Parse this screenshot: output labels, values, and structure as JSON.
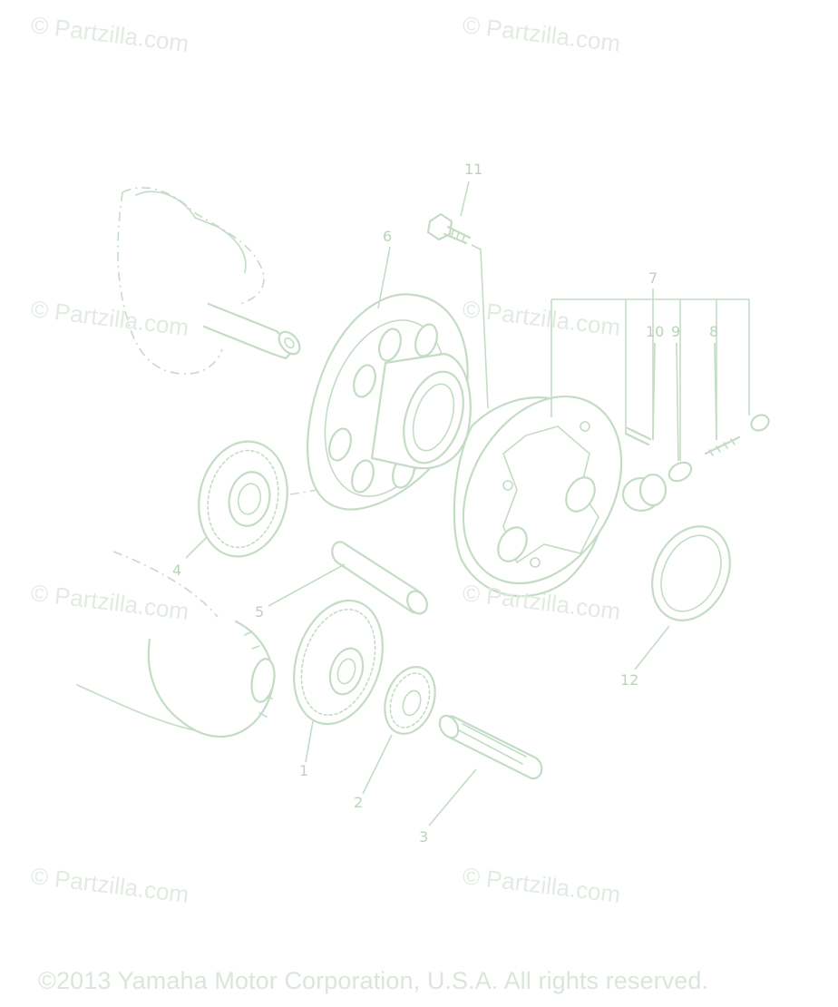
{
  "watermarks": [
    "© Partzilla.com",
    "© Partzilla.com",
    "© Partzilla.com",
    "© Partzilla.com",
    "© Partzilla.com",
    "© Partzilla.com",
    "© Partzilla.com",
    "© Partzilla.com"
  ],
  "callouts": {
    "c1": "1",
    "c2": "2",
    "c3": "3",
    "c4": "4",
    "c5": "5",
    "c6": "6",
    "c7": "7",
    "c8": "8",
    "c9": "9",
    "c10": "10",
    "c11": "11",
    "c12": "12"
  },
  "copyright": "©2013 Yamaha Motor Corporation, U.S.A. All rights reserved.",
  "colors": {
    "line": "#c4dcc4",
    "watermark": "#e2ebe2"
  }
}
